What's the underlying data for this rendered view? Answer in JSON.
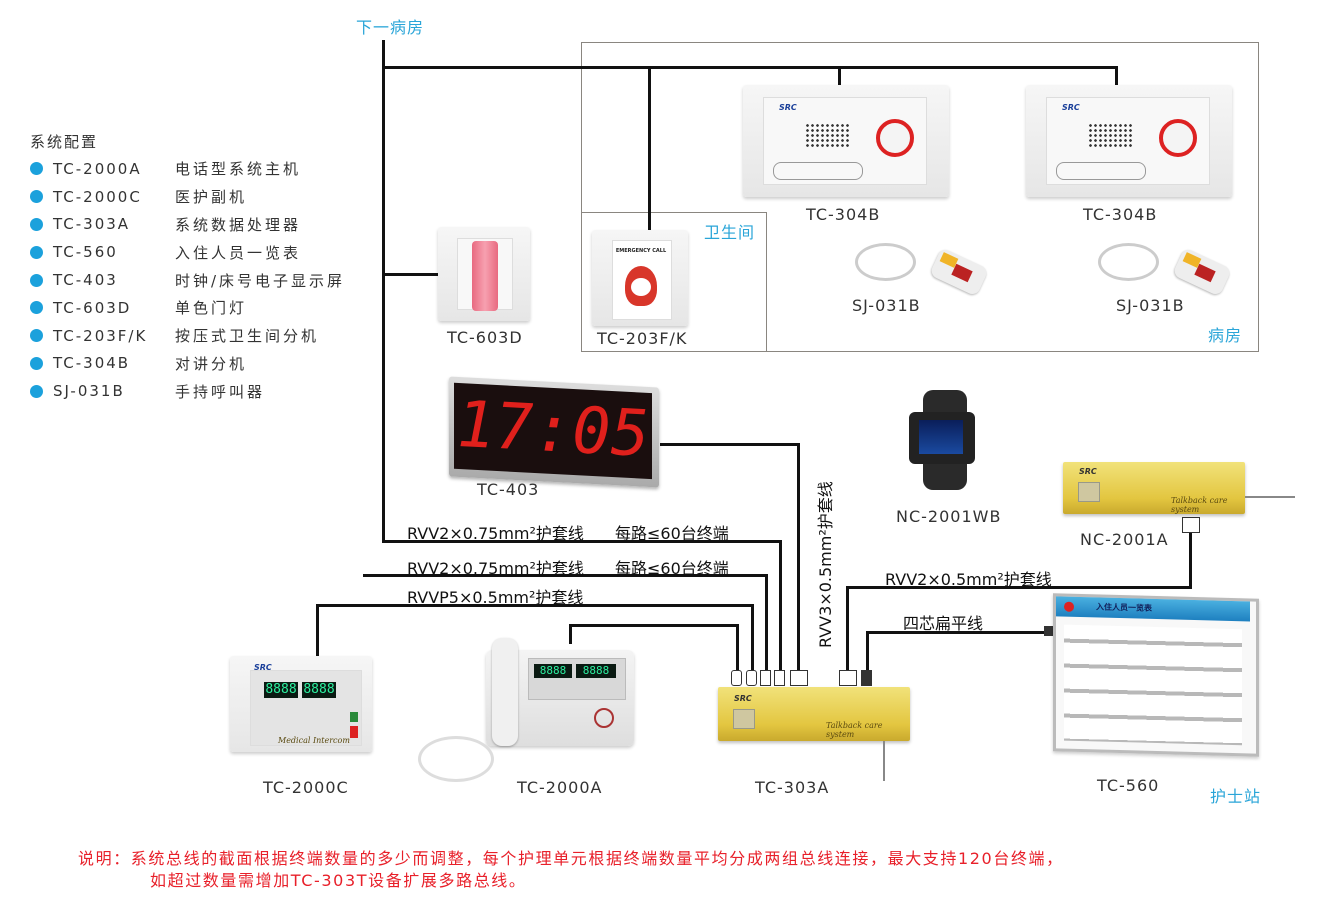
{
  "header": {
    "next_ward": "下一病房"
  },
  "legend": {
    "title": "系统配置",
    "items": [
      {
        "code": "TC-2000A",
        "desc": "电话型系统主机"
      },
      {
        "code": "TC-2000C",
        "desc": "医护副机"
      },
      {
        "code": "TC-303A",
        "desc": "系统数据处理器"
      },
      {
        "code": "TC-560",
        "desc": "入住人员一览表"
      },
      {
        "code": "TC-403",
        "desc": "时钟/床号电子显示屏"
      },
      {
        "code": "TC-603D",
        "desc": "单色门灯"
      },
      {
        "code": "TC-203F/K",
        "desc": "按压式卫生间分机"
      },
      {
        "code": "TC-304B",
        "desc": "对讲分机"
      },
      {
        "code": "SJ-031B",
        "desc": "手持呼叫器"
      }
    ],
    "bullet_color": "#1ba1dc"
  },
  "zones": {
    "bathroom": "卫生间",
    "ward": "病房",
    "nurse_station": "护士站"
  },
  "devices": {
    "tc603d": "TC-603D",
    "tc203fk": "TC-203F/K",
    "tc304b_1": "TC-304B",
    "tc304b_2": "TC-304B",
    "sj031b_1": "SJ-031B",
    "sj031b_2": "SJ-031B",
    "tc403": "TC-403",
    "tc403_display": "17:05",
    "nc2001wb": "NC-2001WB",
    "nc2001a": "NC-2001A",
    "tc2000c": "TC-2000C",
    "tc2000a": "TC-2000A",
    "tc303a": "TC-303A",
    "tc560": "TC-560",
    "tc560_header": "入住人员一览表",
    "emergency_call": "EMERGENCY CALL",
    "brand": "SRC",
    "cursive_label": "Talkback care system",
    "tc2000c_cursive": "Medical Intercom",
    "display_digits": "8888"
  },
  "wires": {
    "bus1": "RVV2×0.75mm²护套线",
    "bus1_note": "每路≤60台终端",
    "bus2": "RVV2×0.75mm²护套线",
    "bus2_note": "每路≤60台终端",
    "rvvp": "RVVP5×0.5mm²护套线",
    "rvv3": "RVV3×0.5mm²护套线",
    "rvv2_05": "RVV2×0.5mm²护套线",
    "flat": "四芯扁平线"
  },
  "note": {
    "line1": "说明：系统总线的截面根据终端数量的多少而调整，每个护理单元根据终端数量平均分成两组总线连接，最大支持120台终端，",
    "line2": "如超过数量需增加TC-303T设备扩展多路总线。",
    "color": "#e8202a"
  }
}
